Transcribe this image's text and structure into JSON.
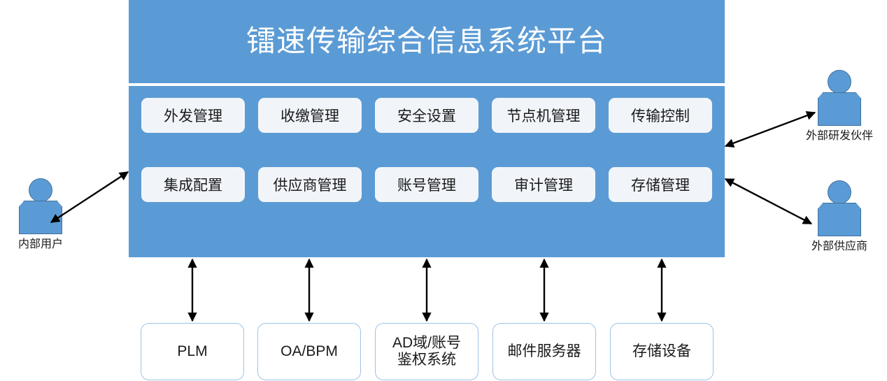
{
  "diagram": {
    "title": "镭速传输综合信息系统平台",
    "panel_color": "#5b9bd5",
    "module_button_color": "#f1f5fa",
    "box_border_color": "#9dc3e6",
    "connector_color": "#000000"
  },
  "modules": {
    "row1": [
      {
        "label": "外发管理"
      },
      {
        "label": "收缴管理"
      },
      {
        "label": "安全设置"
      },
      {
        "label": "节点机管理"
      },
      {
        "label": "传输控制"
      }
    ],
    "row2": [
      {
        "label": "集成配置"
      },
      {
        "label": "供应商管理"
      },
      {
        "label": "账号管理"
      },
      {
        "label": "审计管理"
      },
      {
        "label": "存储管理"
      }
    ]
  },
  "systems": [
    {
      "label": "PLM",
      "line1": "PLM",
      "line2": ""
    },
    {
      "label": "OA/BPM",
      "line1": "OA/BPM",
      "line2": ""
    },
    {
      "label": "AD域/账号鉴权系统",
      "line1": "AD域/账号",
      "line2": "鉴权系统"
    },
    {
      "label": "邮件服务器",
      "line1": "邮件服务器",
      "line2": ""
    },
    {
      "label": "存储设备",
      "line1": "存储设备",
      "line2": ""
    }
  ],
  "actors": [
    {
      "id": "internal-user",
      "label": "内部用户",
      "position": "left"
    },
    {
      "id": "external-rd-partner",
      "label": "外部研发伙伴",
      "position": "top-right"
    },
    {
      "id": "external-supplier",
      "label": "外部供应商",
      "position": "bottom-right"
    }
  ]
}
